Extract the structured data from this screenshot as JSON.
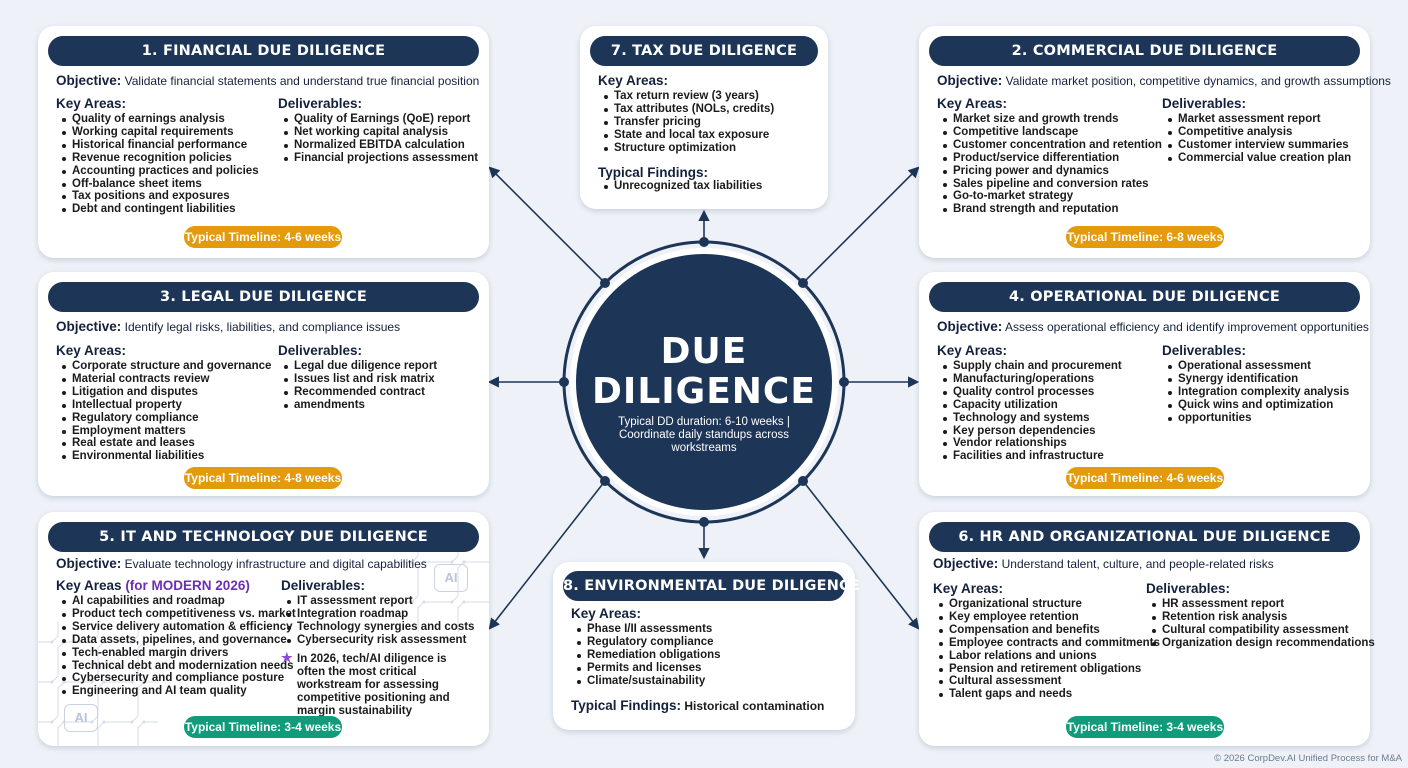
{
  "center": {
    "title_line1": "DUE",
    "title_line2": "DILIGENCE",
    "note": "Typical DD duration: 6-10 weeks | Coordinate daily standups across workstreams"
  },
  "colors": {
    "navy": "#1d3557",
    "timeline_orange": "#e39a0b",
    "timeline_green": "#109b7a",
    "modern_purple": "#6b2fb3"
  },
  "cards": {
    "financial": {
      "title": "1. FINANCIAL DUE DILIGENCE",
      "objective_label": "Objective:",
      "objective": "Validate financial statements and understand true financial position",
      "key_areas_title": "Key Areas:",
      "key_areas": [
        "Quality of earnings analysis",
        "Working capital requirements",
        "Historical financial performance",
        "Revenue recognition policies",
        "Accounting practices and policies",
        "Off-balance sheet items",
        "Tax positions and exposures",
        "Debt and contingent liabilities"
      ],
      "deliverables_title": "Deliverables:",
      "deliverables": [
        "Quality of Earnings (QoE) report",
        "Net working capital analysis",
        "Normalized EBITDA calculation",
        "Financial projections assessment"
      ],
      "timeline": "Typical Timeline: 4-6 weeks"
    },
    "commercial": {
      "title": "2. COMMERCIAL DUE DILIGENCE",
      "objective_label": "Objective:",
      "objective": "Validate market position, competitive dynamics, and growth assumptions",
      "key_areas_title": "Key Areas:",
      "key_areas": [
        "Market size and growth trends",
        "Competitive landscape",
        "Customer concentration and retention",
        "Product/service differentiation",
        "Pricing power and dynamics",
        "Sales pipeline and conversion rates",
        "Go-to-market strategy",
        "Brand strength and reputation"
      ],
      "deliverables_title": "Deliverables:",
      "deliverables": [
        "Market assessment report",
        "Competitive analysis",
        "Customer interview summaries",
        "Commercial value creation plan"
      ],
      "timeline": "Typical Timeline: 6-8 weeks"
    },
    "legal": {
      "title": "3. LEGAL DUE DILIGENCE",
      "objective_label": "Objective:",
      "objective": "Identify legal risks, liabilities, and compliance issues",
      "key_areas_title": "Key Areas:",
      "key_areas": [
        "Corporate structure and governance",
        "Material contracts review",
        "Litigation and disputes",
        "Intellectual property",
        "Regulatory compliance",
        "Employment matters",
        "Real estate and leases",
        "Environmental liabilities"
      ],
      "deliverables_title": "Deliverables:",
      "deliverables": [
        "Legal due diligence report",
        "Issues list and risk matrix",
        "Recommended contract",
        "amendments"
      ],
      "timeline": "Typical Timeline: 4-8 weeks"
    },
    "operational": {
      "title": "4. OPERATIONAL DUE DILIGENCE",
      "objective_label": "Objective:",
      "objective": "Assess operational efficiency and identify improvement opportunities",
      "key_areas_title": "Key Areas:",
      "key_areas": [
        "Supply chain and procurement",
        "Manufacturing/operations",
        "Quality control processes",
        "Capacity utilization",
        "Technology and systems",
        "Key person dependencies",
        "Vendor relationships",
        "Facilities and infrastructure"
      ],
      "deliverables_title": "Deliverables:",
      "deliverables": [
        "Operational assessment",
        "Synergy identification",
        "Integration complexity analysis",
        "Quick wins and optimization",
        "opportunities"
      ],
      "timeline": "Typical Timeline: 4-6 weeks"
    },
    "it": {
      "title": "5. IT AND TECHNOLOGY DUE DILIGENCE",
      "objective_label": "Objective:",
      "objective": "Evaluate technology infrastructure and digital capabilities",
      "key_areas_title": "Key Areas",
      "key_areas_modern": "(for MODERN 2026)",
      "key_areas": [
        "AI capabilities and roadmap",
        "Product tech competitiveness vs. market",
        "Service delivery automation & efficiency",
        "Data assets, pipelines, and governance",
        "Tech-enabled margin drivers",
        "Technical debt and modernization needs",
        "Cybersecurity and compliance posture",
        "Engineering and AI team quality"
      ],
      "deliverables_title": "Deliverables:",
      "deliverables": [
        "IT assessment report",
        "Integration roadmap",
        "Technology synergies and costs",
        "Cybersecurity risk assessment"
      ],
      "callout": "In 2026, tech/AI diligence is often the most critical workstream for assessing competitive positioning and margin sustainability",
      "ai_chip": "AI",
      "timeline": "Typical Timeline: 3-4 weeks"
    },
    "hr": {
      "title": "6. HR AND ORGANIZATIONAL DUE DILIGENCE",
      "objective_label": "Objective:",
      "objective": "Understand talent, culture, and people-related risks",
      "key_areas_title": "Key Areas:",
      "key_areas": [
        "Organizational structure",
        "Key employee retention",
        "Compensation and benefits",
        "Employee contracts and commitments",
        "Labor relations and unions",
        "Pension and retirement obligations",
        "Cultural assessment",
        "Talent gaps and needs"
      ],
      "deliverables_title": "Deliverables:",
      "deliverables": [
        "HR assessment report",
        "Retention risk analysis",
        "Cultural compatibility assessment",
        "Organization design recommendations"
      ],
      "timeline": "Typical Timeline: 3-4 weeks"
    },
    "tax": {
      "title": "7. TAX DUE DILIGENCE",
      "key_areas_title": "Key Areas:",
      "key_areas": [
        "Tax return review (3 years)",
        "Tax attributes (NOLs, credits)",
        "Transfer pricing",
        "State and local tax exposure",
        "Structure optimization"
      ],
      "findings_title": "Typical Findings:",
      "findings": [
        "Unrecognized tax liabilities"
      ]
    },
    "environmental": {
      "title": "8. ENVIRONMENTAL DUE DILIGENCE",
      "key_areas_title": "Key Areas:",
      "key_areas": [
        "Phase I/II assessments",
        "Regulatory compliance",
        "Remediation obligations",
        "Permits and licenses",
        "Climate/sustainability"
      ],
      "findings_title": "Typical Findings:",
      "findings_inline": "Historical contamination"
    }
  },
  "footer": "© 2026 CorpDev.AI Unified Process for M&A"
}
